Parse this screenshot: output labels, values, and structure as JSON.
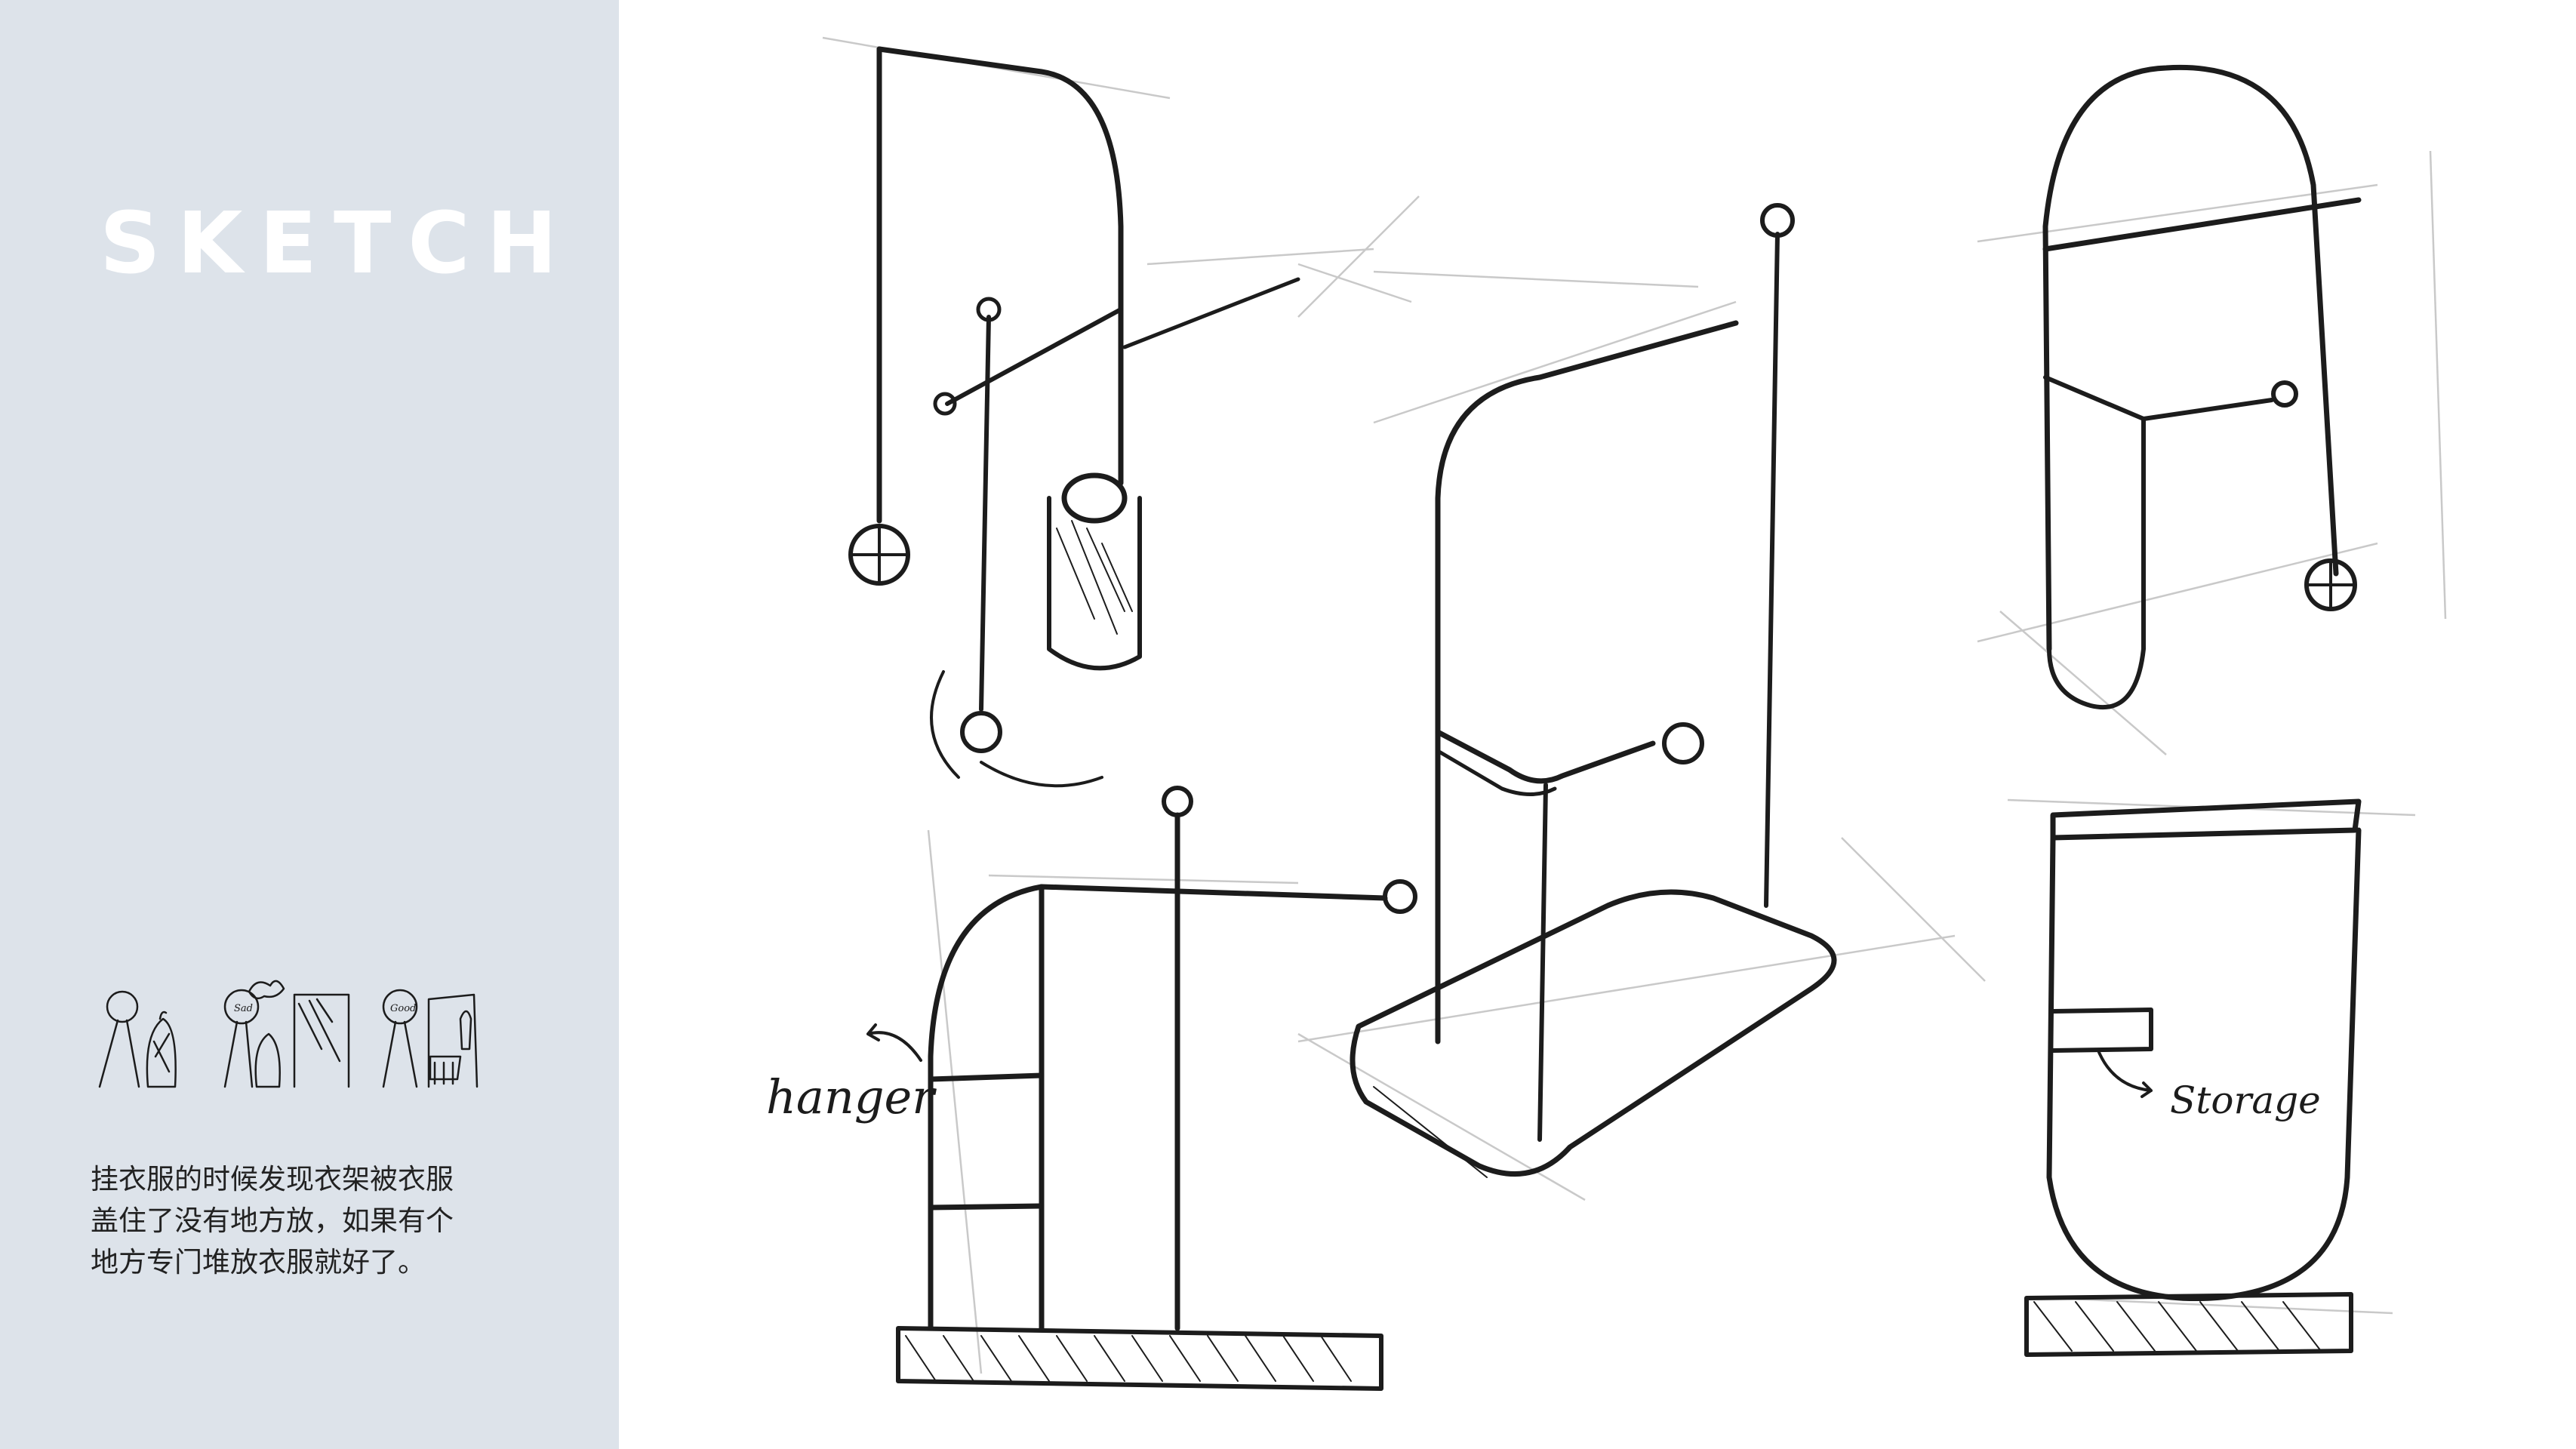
{
  "sidebar": {
    "title": "SKETCH",
    "description_lines": [
      "挂衣服的时候发现衣架被衣服",
      "盖住了没有地方放，如果有个",
      "地方专门堆放衣服就好了。"
    ],
    "storyboard_labels": [
      "Sad",
      "Good"
    ]
  },
  "sketch": {
    "hanger_label": "hanger",
    "storage_label": "Storage"
  },
  "colors": {
    "sidebar_bg": "#dde3ea",
    "title": "#ffffff",
    "ink": "#1c1c1c",
    "body_text": "#222222"
  }
}
